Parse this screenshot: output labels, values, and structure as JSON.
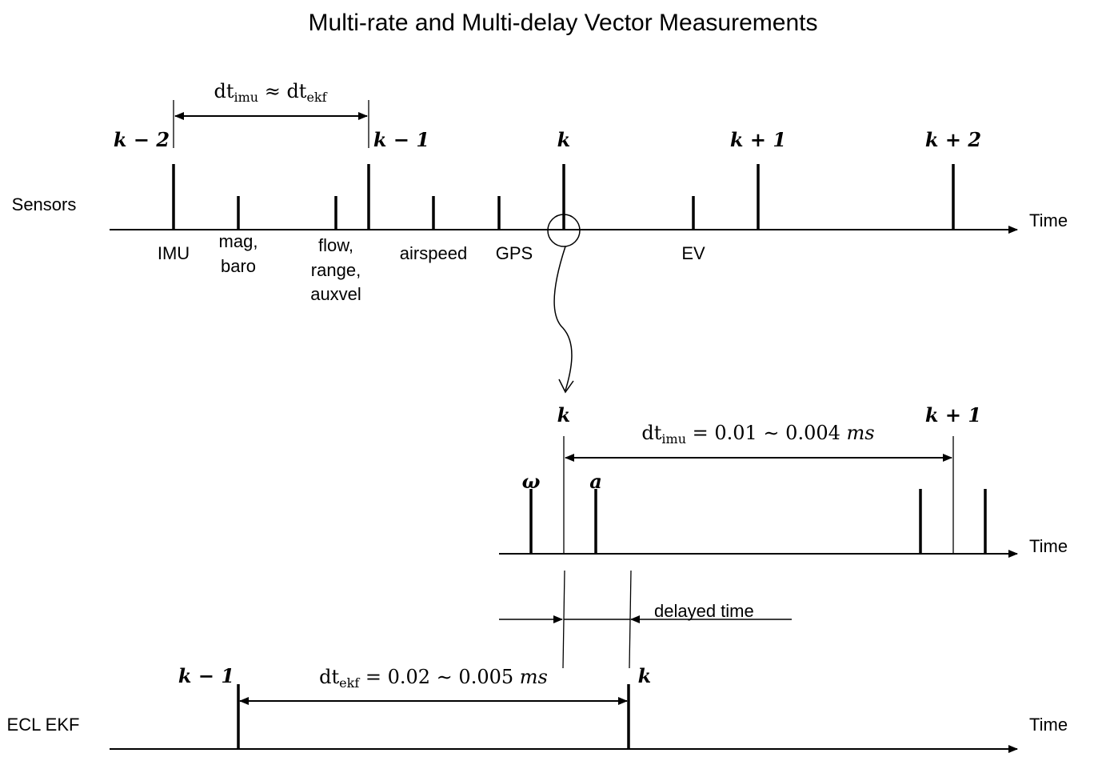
{
  "title": "Multi-rate and Multi-delay Vector Measurements",
  "rows": {
    "sensors": "Sensors",
    "ekf": "ECL EKF"
  },
  "time_label": "Time",
  "sensor_labels": {
    "imu": "IMU",
    "mag_line1": "mag,",
    "mag_line2": "baro",
    "flow_line1": "flow,",
    "flow_line2": "range,",
    "flow_line3": "auxvel",
    "airspeed": "airspeed",
    "gps": "GPS",
    "ev": "EV"
  },
  "sensor_ticks": {
    "k_minus_2": "k − 2",
    "k_minus_1": "k − 1",
    "k": "k",
    "k_plus_1": "k + 1",
    "k_plus_2": "k + 2"
  },
  "top_interval": {
    "dt1": "dt",
    "sub1": "imu",
    "approx": " ≈ ",
    "dt2": "dt",
    "sub2": "ekf"
  },
  "zoom": {
    "k": "k",
    "k_plus_1": "k + 1",
    "omega": "ω",
    "accel": "a",
    "dt": "dt",
    "sub": "imu",
    "value_text": " = 0.01 ∼ 0.004 ",
    "unit": "ms"
  },
  "delay": {
    "label": "delayed time"
  },
  "ekf": {
    "k_minus_1": "k − 1",
    "k": "k",
    "dt": "dt",
    "sub": "ekf",
    "value_text": " = 0.02 ∼ 0.005 ",
    "unit": "ms"
  }
}
